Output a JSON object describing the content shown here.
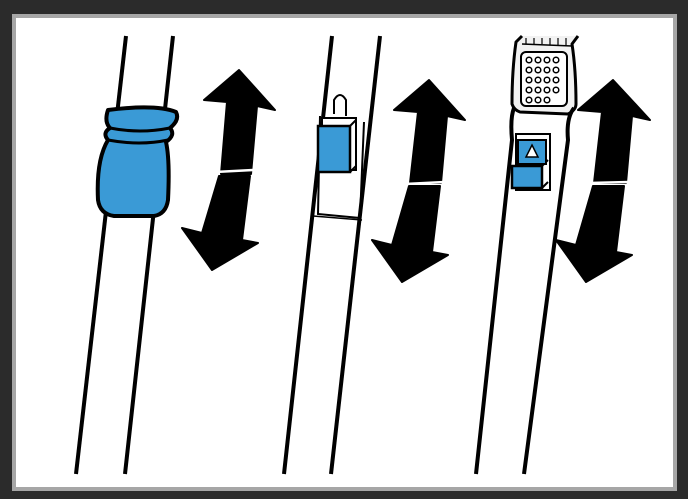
{
  "colors": {
    "frame_outer": "#2b2b2b",
    "frame_inner": "#a6a6a6",
    "background": "#ffffff",
    "stroke": "#000000",
    "accent_blue": "#3a9ad6",
    "arrow": "#000000",
    "handle_fill": "#f2f2f2"
  },
  "panels": [
    {
      "name": "telescopic-tube-with-collar",
      "icon": "blue-sleeve-collar",
      "arrow": "up-down-arrow"
    },
    {
      "name": "telescopic-tube-with-slider",
      "icon": "blue-slider-button",
      "arrow": "up-down-arrow"
    },
    {
      "name": "tube-with-handle-release-button",
      "icon": "blue-release-button-with-up-arrow",
      "arrow": "up-down-arrow"
    }
  ]
}
